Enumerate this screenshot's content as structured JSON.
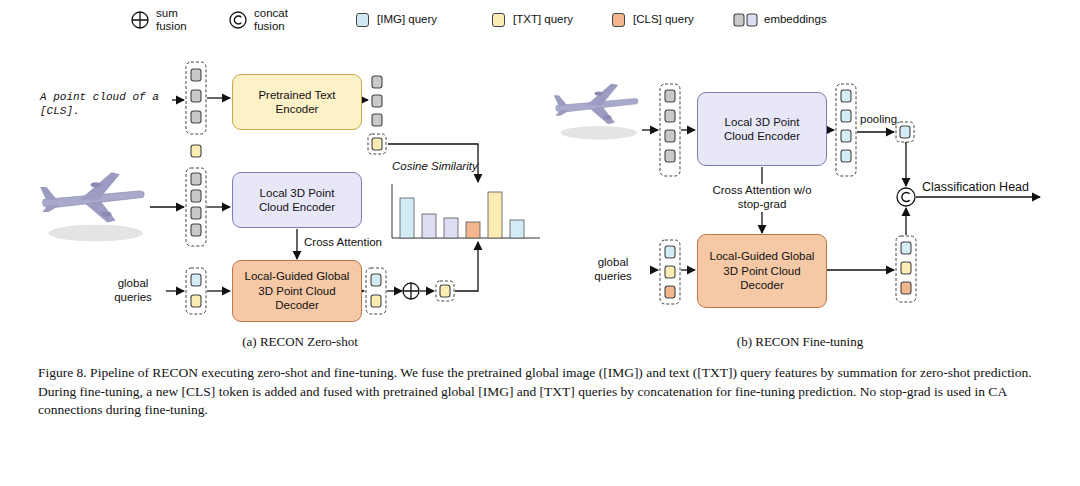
{
  "diagram": {
    "caption": "Figure 8. Pipeline of RECON executing zero-shot and fine-tuning. We fuse the pretrained global image ([IMG]) and text ([TXT]) query features by summation for zero-shot prediction. During fine-tuning, a new [CLS] token is added and fused with pretrained global [IMG] and [TXT] queries by concatenation for fine-tuning prediction. No stop-grad is used in CA connections during fine-tuning.",
    "nodes": [
      {
        "text": [
          "Pretrained Text Encoder"
        ]
      },
      {
        "text": [
          "Local 3D Point Cloud Encoder"
        ]
      },
      {
        "text": [
          "Local-Guided Global 3D Point Cloud Decoder"
        ]
      },
      {
        "text": [
          "Local 3D Point Cloud Encoder"
        ]
      },
      {
        "text": [
          "Local-Guided Global 3D Point Cloud Decoder"
        ]
      }
    ],
    "edges": [
      {
        "from": 1,
        "to": 2,
        "label": "Cross Attention",
        "arrow": "to"
      },
      {
        "from": 3,
        "to": 4,
        "label": "Cross Attention w/o stop-grad",
        "arrow": "to"
      }
    ],
    "labels": [
      "A point cloud of a [CLS].",
      "global queries",
      "Cosine Similarity",
      "(a) RECON Zero-shot",
      "global queries",
      "pooling",
      "Classification Head",
      "(b) RECON Fine-tuning"
    ],
    "legend": [
      {
        "text": "sum fusion"
      },
      {
        "text": "concat fusion"
      },
      {
        "text": "[IMG] query",
        "color": "#cfe8f3"
      },
      {
        "text": "[TXT] query",
        "color": "#fbecb3"
      },
      {
        "text": "[CLS] query",
        "color": "#f1b68e"
      },
      {
        "text": "embeddings"
      }
    ]
  }
}
